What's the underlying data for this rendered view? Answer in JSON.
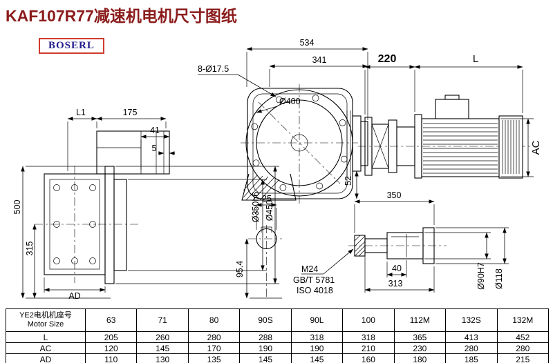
{
  "title": "KAF107R77减速机电机尺寸图纸",
  "brand": "BOSERL",
  "views": {
    "left": {
      "L1": "L1",
      "d175": "175",
      "d41": "41",
      "d5": "5",
      "d500": "500",
      "d315": "315",
      "AD": "AD",
      "d350": "Ø350h6",
      "d450": "Ø450"
    },
    "front": {
      "d534": "534",
      "d341": "341",
      "bolts": "8-Ø17.5",
      "d400": "Ø400",
      "d52": "52",
      "d25": "25",
      "d95": "95.4",
      "m24": "M24",
      "gbt": "GB/T 5781",
      "iso": "ISO 4018"
    },
    "motor": {
      "d220": "220",
      "L": "L",
      "AC": "AC",
      "d350": "350",
      "d40": "40",
      "d313": "313",
      "d90": "Ø90H7",
      "d118": "Ø118"
    }
  },
  "table": {
    "row_header_line1": "YE2电机机座号",
    "row_header_line2": "Motor Size",
    "columns": [
      "63",
      "71",
      "80",
      "90S",
      "90L",
      "100",
      "112M",
      "132S",
      "132M"
    ],
    "rows": [
      {
        "label": "L",
        "values": [
          "205",
          "260",
          "280",
          "288",
          "318",
          "318",
          "365",
          "413",
          "452"
        ]
      },
      {
        "label": "AC",
        "values": [
          "120",
          "145",
          "170",
          "190",
          "190",
          "210",
          "230",
          "280",
          "280"
        ]
      },
      {
        "label": "AD",
        "values": [
          "110",
          "130",
          "135",
          "145",
          "145",
          "160",
          "180",
          "185",
          "215"
        ]
      }
    ]
  }
}
